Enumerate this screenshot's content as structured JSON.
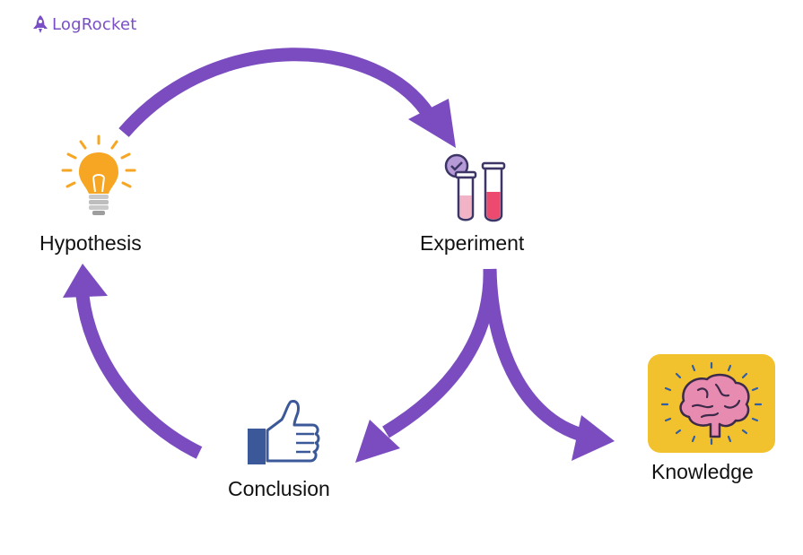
{
  "brand": {
    "name": "LogRocket",
    "color": "#7a4fc6",
    "icon": "rocket-icon"
  },
  "nodes": {
    "hypothesis": {
      "label": "Hypothesis",
      "icon": "lightbulb-icon"
    },
    "experiment": {
      "label": "Experiment",
      "icon": "test-tubes-icon"
    },
    "conclusion": {
      "label": "Conclusion",
      "icon": "thumbs-up-icon"
    },
    "knowledge": {
      "label": "Knowledge",
      "icon": "brain-icon"
    }
  },
  "colors": {
    "arrow": "#7b4cc0",
    "brain_tile": "#f2c12e",
    "brain": "#e88bb0",
    "bulb": "#f6a623"
  }
}
